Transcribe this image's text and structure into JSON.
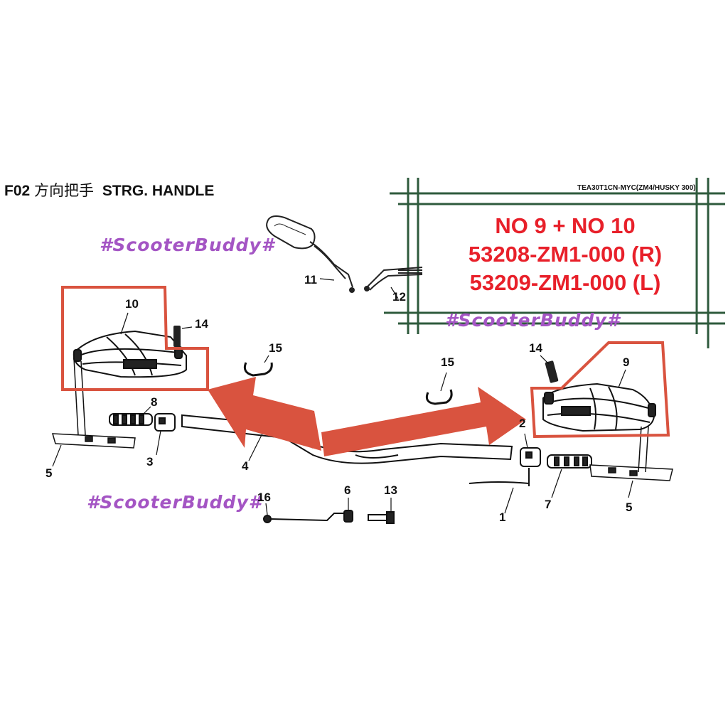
{
  "header": {
    "section": "F02",
    "title_cn": "方向把手",
    "title_en": "STRG. HANDLE",
    "model_code": "TEA30T1CN-MYC(ZM4/HUSKY 300)"
  },
  "callout": {
    "line1": "NO 9 + NO 10",
    "line2": "53208-ZM1-000 (R)",
    "line3": "53209-ZM1-000 (L)"
  },
  "watermark": "#ScooterBuddy#",
  "parts": [
    {
      "id": "p1",
      "label": "1"
    },
    {
      "id": "p2",
      "label": "2"
    },
    {
      "id": "p3",
      "label": "3"
    },
    {
      "id": "p4",
      "label": "4"
    },
    {
      "id": "p5a",
      "label": "5"
    },
    {
      "id": "p5b",
      "label": "5"
    },
    {
      "id": "p6",
      "label": "6"
    },
    {
      "id": "p7",
      "label": "7"
    },
    {
      "id": "p8",
      "label": "8"
    },
    {
      "id": "p9",
      "label": "9"
    },
    {
      "id": "p10",
      "label": "10"
    },
    {
      "id": "p11",
      "label": "11"
    },
    {
      "id": "p12",
      "label": "12"
    },
    {
      "id": "p13",
      "label": "13"
    },
    {
      "id": "p14a",
      "label": "14"
    },
    {
      "id": "p14b",
      "label": "14"
    },
    {
      "id": "p15a",
      "label": "15"
    },
    {
      "id": "p15b",
      "label": "15"
    },
    {
      "id": "p16",
      "label": "16"
    }
  ],
  "colors": {
    "highlight": "#d9533f",
    "callout_text": "#e8202a",
    "grid_lines": "#2e5a3c",
    "watermark": "#a455c4"
  }
}
